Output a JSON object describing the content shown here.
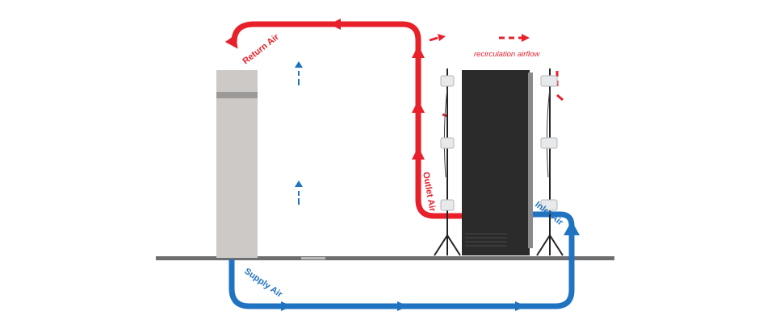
{
  "labels": {
    "return_air": "Return Air",
    "outlet_air": "Outlet Air",
    "inlet_air": "Inlet Air",
    "supply_air": "Supply Air",
    "recirculation": "recirculation airflow"
  },
  "colors": {
    "hot": "#e8202a",
    "cold": "#1f73c0",
    "floor": "#6d6e70",
    "crac_body": "#cdc9c6",
    "crac_band": "#9c9a98",
    "rack": "#2b2b2b",
    "rack_door": "#8a8a8a",
    "stand": "#222222",
    "sensor": "#e7e9ea"
  },
  "icons": [
    "flow-arrow-icon",
    "sensor-icon",
    "tripod-stand-icon"
  ]
}
